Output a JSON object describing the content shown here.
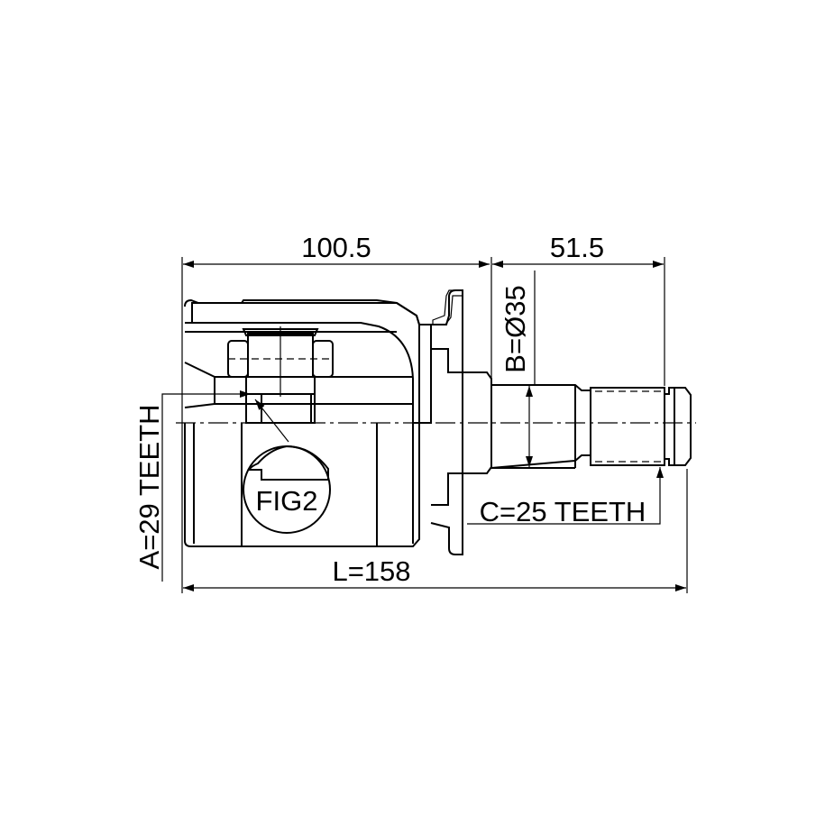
{
  "drawing": {
    "dim_left_length": "100.5",
    "dim_right_length": "51.5",
    "dim_total_length": "L=158",
    "dim_diameter": "B=Ø35",
    "inner_teeth": "A=29 TEETH",
    "outer_teeth": "C=25 TEETH",
    "detail_label": "FIG2"
  }
}
